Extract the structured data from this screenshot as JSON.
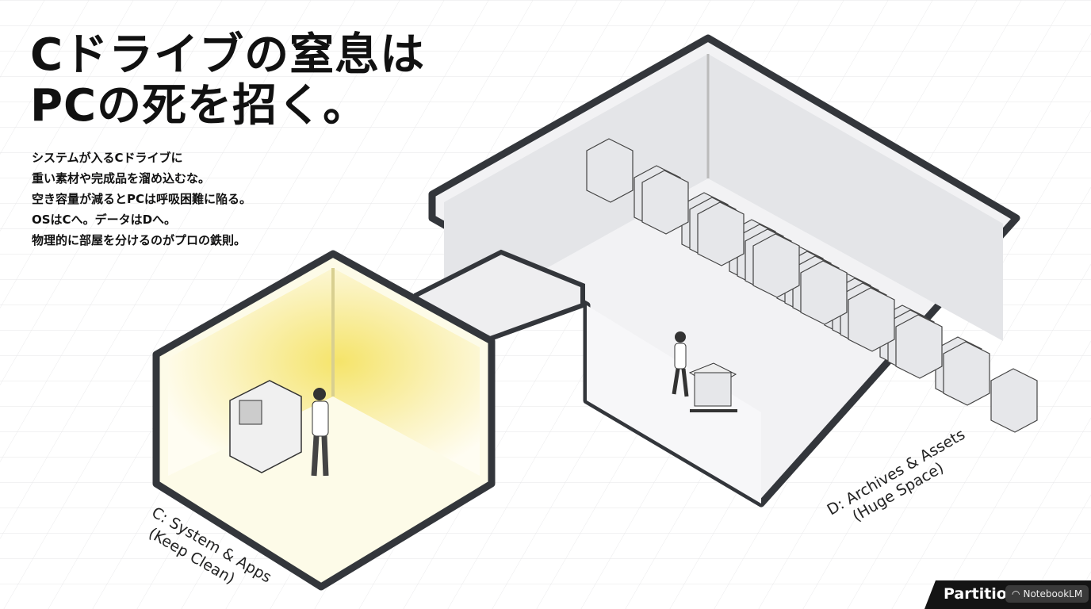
{
  "headline": {
    "line1": "Cドライブの窒息は",
    "line2": "PCの死を招く。"
  },
  "body_lines": [
    "システムが入るCドライブに",
    "重い素材や完成品を溜め込むな。",
    "空き容量が減るとPCは呼吸困難に陥る。",
    "OSはCへ。データはDへ。",
    "物理的に部屋を分けるのがプロの鉄則。"
  ],
  "rooms": {
    "c": {
      "label1": "C: System & Apps",
      "label2": "(Keep Clean)",
      "light_color": "#f3e36a"
    },
    "d": {
      "label1": "D: Archives & Assets",
      "label2": "(Huge Space)"
    }
  },
  "footer": {
    "title": "Partitio",
    "badge": "NotebookLM"
  },
  "colors": {
    "wall": "#3a3d42",
    "floor": "#f4f4f6",
    "box": "#e6e7ea"
  }
}
